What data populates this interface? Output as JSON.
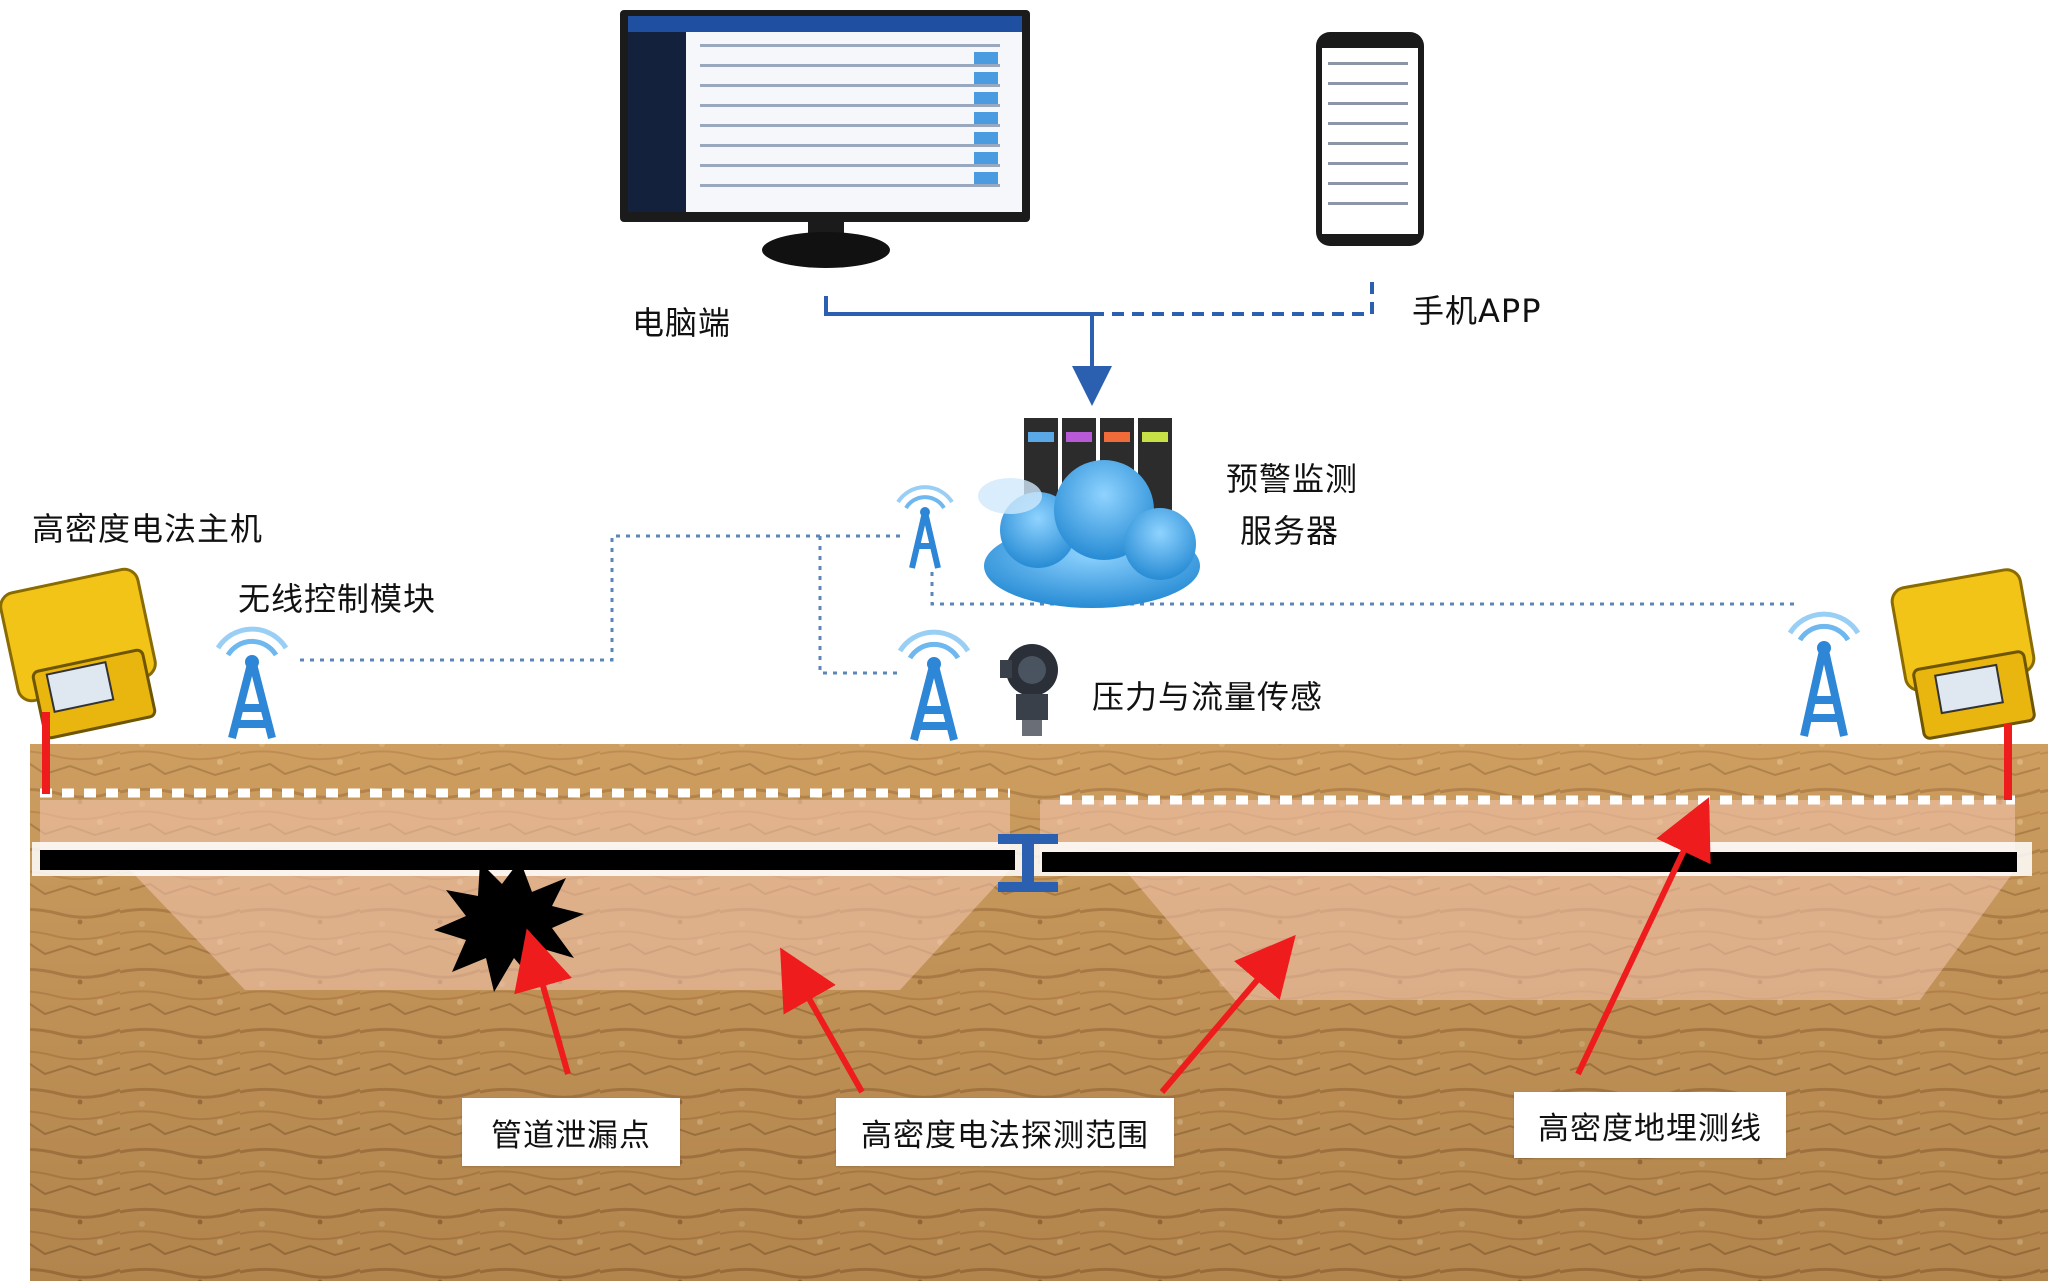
{
  "labels": {
    "pc": "电脑端",
    "app": "手机APP",
    "server_line1": "预警监测",
    "server_line2": "服务器",
    "host": "高密度电法主机",
    "wireless": "无线控制模块",
    "sensor": "压力与流量传感",
    "leak": "管道泄漏点",
    "range": "高密度电法探测范围",
    "buried": "高密度地埋测线"
  },
  "colors": {
    "soil": "#c99a5c",
    "soil_dark": "#8a5a2b",
    "pipe": "#000000",
    "arrow": "#ee1c1c",
    "line_blue": "#2b5fb0",
    "tower_blue": "#2e86d6",
    "cloud_blue": "#3a9fe0",
    "case_yellow": "#f2c417"
  },
  "icons": {
    "monitor": "desktop-monitor-icon",
    "phone": "smartphone-icon",
    "server": "server-rack-icon",
    "cloud": "cloud-icon",
    "tower": "wireless-tower-icon",
    "sensor": "pressure-sensor-icon",
    "host": "resistivity-host-case-icon",
    "leak": "leak-burst-icon"
  }
}
